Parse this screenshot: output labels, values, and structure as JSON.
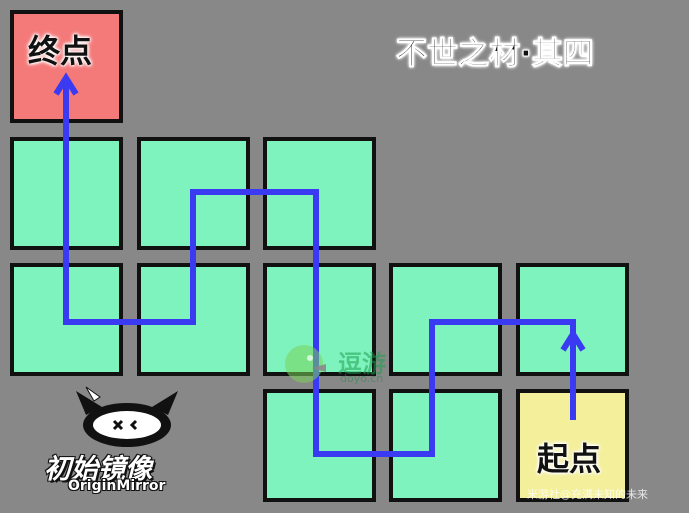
{
  "title": "不世之材·其四",
  "labels": {
    "end": "终点",
    "start": "起点"
  },
  "watermark": {
    "name": "逗游",
    "domain": "doyo.cn"
  },
  "logo": {
    "name": "初始镜像",
    "subtitle": "OriginMirror"
  },
  "credit": "米游社@充满未知的未来",
  "colors": {
    "background": "#888888",
    "floor_tile": "#7ff3bd",
    "end_tile": "#f47a7a",
    "start_tile": "#f4ef9a",
    "path": "#3a3af2"
  }
}
